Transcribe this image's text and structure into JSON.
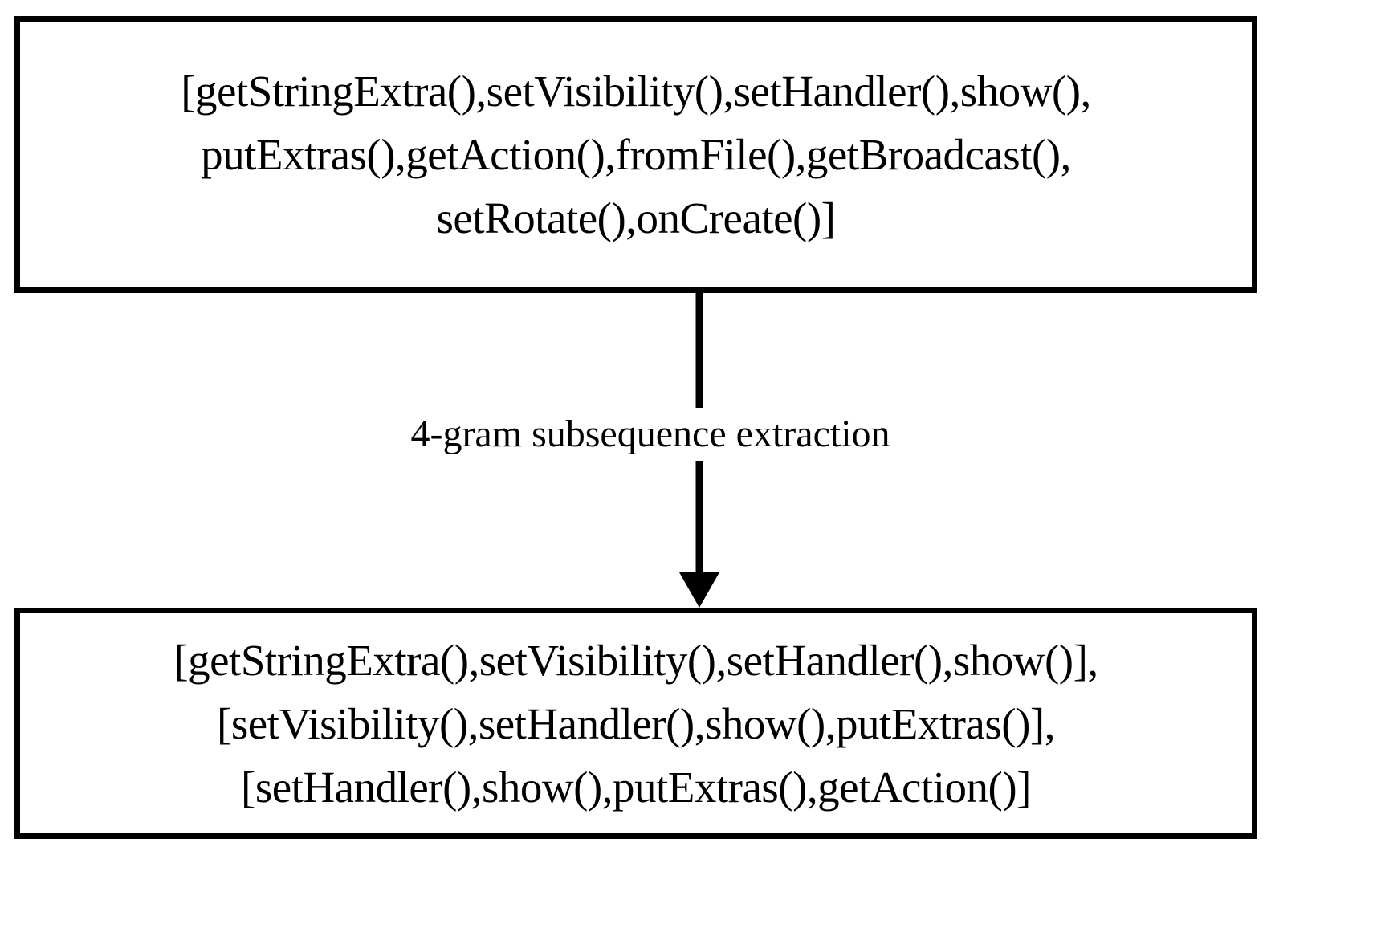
{
  "diagram": {
    "title": "4-gram subsequence extraction",
    "background_color": "#ffffff",
    "stroke_color": "#000000",
    "source_node": {
      "name": "api-call-sequence",
      "lines": [
        "[getStringExtra(),setVisibility(),setHandler(),show(),",
        "putExtras(),getAction(),fromFile(),getBroadcast(),",
        "setRotate(),onCreate()]"
      ]
    },
    "edge": {
      "label": "4-gram subsequence extraction",
      "direction": "down",
      "arrowhead": "filled-triangle"
    },
    "result_node": {
      "name": "extracted-4-grams",
      "lines": [
        "[getStringExtra(),setVisibility(),setHandler(),show()],",
        "[setVisibility(),setHandler(),show(),putExtras()],",
        "[setHandler(),show(),putExtras(),getAction()]"
      ]
    }
  }
}
